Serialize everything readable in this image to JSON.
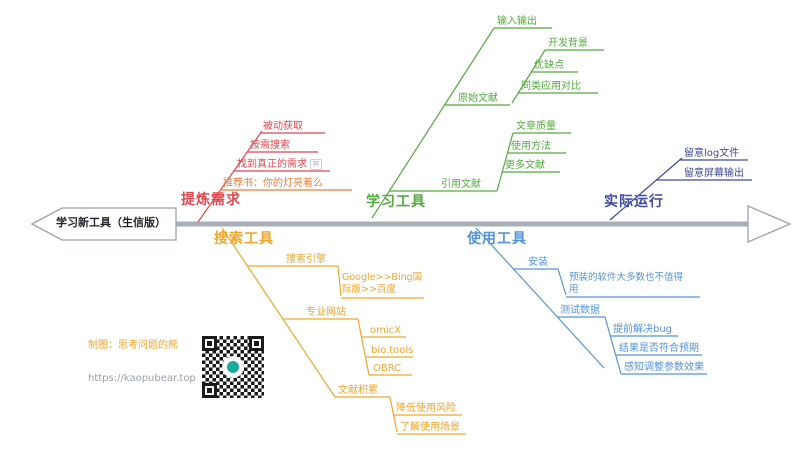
{
  "root": {
    "title": "学习新工具（生信版）"
  },
  "icons": {
    "notes": "≡"
  },
  "colors": {
    "spine": "#a9afb8",
    "refine": "#e0484e",
    "refine_highlight": "#ee7b3c",
    "learn": "#53ab3f",
    "run": "#3d4a9e",
    "search": "#f0a62f",
    "use": "#5493d8"
  },
  "branches": {
    "refine": {
      "label": "提炼需求",
      "color": "#e0484e",
      "items": [
        {
          "label": "被动获取"
        },
        {
          "label": "按需搜索"
        },
        {
          "label": "找到真正的需求",
          "has_note": true
        },
        {
          "label": "推荐书：你的灯亮着么",
          "color": "#ee7b3c"
        }
      ]
    },
    "learn": {
      "label": "学习工具",
      "color": "#53ab3f",
      "items": [
        {
          "label": "引用文献",
          "children": [
            "更多文献",
            "使用方法",
            "文章质量"
          ]
        },
        {
          "label": "原始文献",
          "children": [
            "输入输出",
            "开发背景",
            "优缺点",
            "同类应用对比"
          ]
        }
      ]
    },
    "run": {
      "label": "实际运行",
      "color": "#3d4a9e",
      "items": [
        {
          "label": "留意log文件"
        },
        {
          "label": "留意屏幕输出"
        }
      ]
    },
    "search": {
      "label": "搜索工具",
      "color": "#f0a62f",
      "items": [
        {
          "label": "搜索引擎",
          "children": [
            "Google>>Bing国际版>>百度"
          ]
        },
        {
          "label": "专业网站",
          "children": [
            "omicX",
            "bio.tools",
            "OBRC"
          ]
        },
        {
          "label": "文献积累",
          "children": [
            "降低使用风险",
            "了解使用场景"
          ]
        }
      ]
    },
    "use": {
      "label": "使用工具",
      "color": "#5493d8",
      "items": [
        {
          "label": "安装",
          "children": [
            "预装的软件大多数也不值得用"
          ]
        },
        {
          "label": "测试数据",
          "children": [
            "提前解决bug",
            "结果是否符合预期",
            "感知调整参数效果"
          ]
        }
      ]
    }
  },
  "footer": {
    "credit": "制图：思考问题的熊",
    "url": "https://kaopubear.top"
  }
}
